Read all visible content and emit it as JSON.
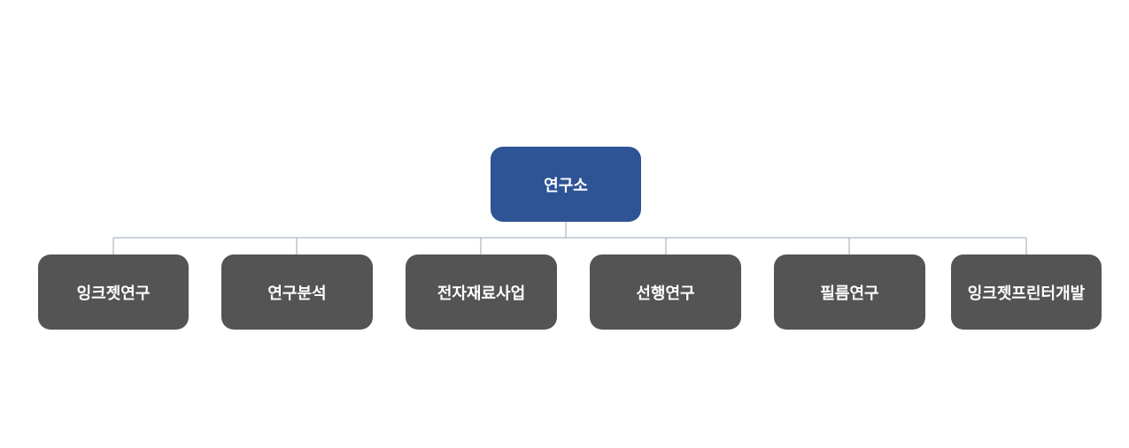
{
  "org_chart": {
    "root": {
      "label": "연구소",
      "color": "#2e5496"
    },
    "children": [
      {
        "label": "잉크젯연구"
      },
      {
        "label": "연구분석"
      },
      {
        "label": "전자재료사업"
      },
      {
        "label": "선행연구"
      },
      {
        "label": "필름연구"
      },
      {
        "label": "잉크젯프린터개발"
      }
    ],
    "child_color": "#545454",
    "connector_color": "#9aa7b8"
  }
}
